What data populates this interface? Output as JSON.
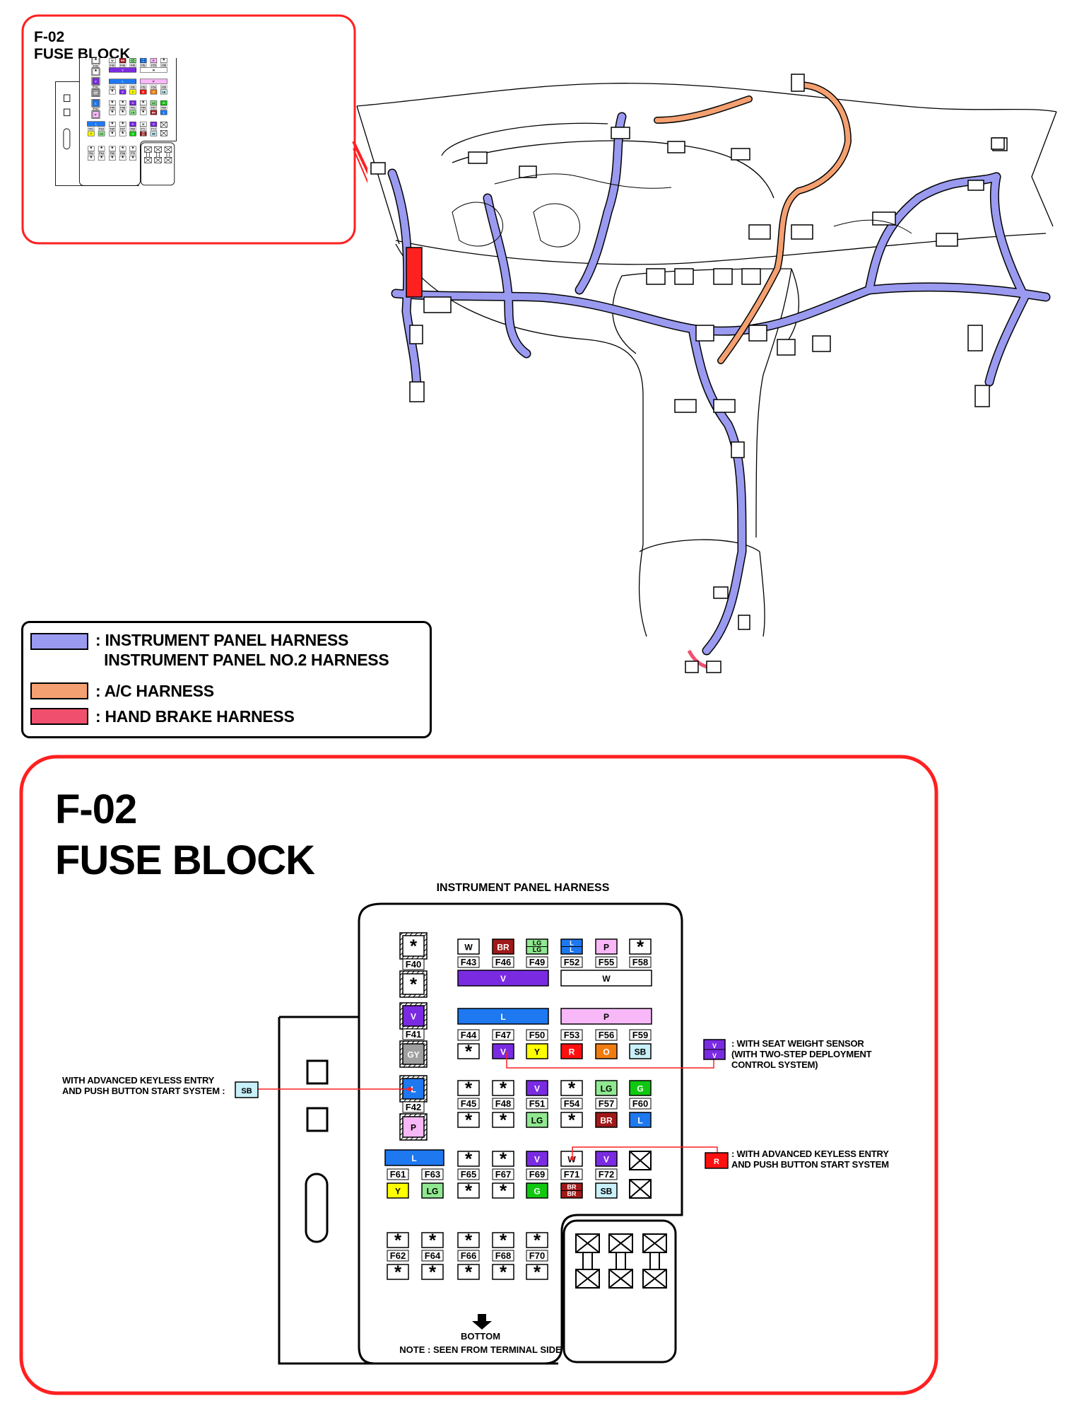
{
  "colors": {
    "instrument_panel": "#9a9af0",
    "ac": "#f4a070",
    "hand_brake": "#f0506e",
    "frame_red": "#ff2020",
    "V": "#7a2be2",
    "BR": "#a01818",
    "LG": "#90e890",
    "L": "#1e78f0",
    "P": "#f8b8f8",
    "W": "#ffffff",
    "GY": "#a0a0a0",
    "Y": "#ffff00",
    "R": "#ff1010",
    "O": "#f07c10",
    "SB": "#c8f0f8",
    "G": "#10c810"
  },
  "legend": {
    "items": [
      {
        "color_key": "instrument_panel",
        "text": ": INSTRUMENT PANEL HARNESS\n  INSTRUMENT PANEL NO.2 HARNESS"
      },
      {
        "color_key": "ac",
        "text": ": A/C HARNESS"
      },
      {
        "color_key": "hand_brake",
        "text": ": HAND BRAKE HARNESS"
      }
    ]
  },
  "inset": {
    "code": "F-02",
    "name": "FUSE BLOCK"
  },
  "detail": {
    "code": "F-02",
    "name": "FUSE BLOCK",
    "harness_title": "INSTRUMENT PANEL HARNESS",
    "callout_keyless_left": "WITH ADVANCED KEYLESS ENTRY\nAND PUSH BUTTON START SYSTEM :",
    "callout_keyless_left_code": "SB",
    "callout_seat": ": WITH SEAT WEIGHT SENSOR\n(WITH TWO-STEP DEPLOYMENT\nCONTROL SYSTEM)",
    "callout_seat_code": "V",
    "callout_keyless_right": ": WITH ADVANCED KEYLESS ENTRY\nAND PUSH BUTTON START SYSTEM",
    "callout_keyless_right_code": "R",
    "bottom_label": "BOTTOM",
    "note": "NOTE : SEEN FROM TERMINAL SIDE"
  },
  "fuse_columns": [
    {
      "id": "F40",
      "top": "*",
      "bottom": "*"
    },
    {
      "id": "F41",
      "top": "V",
      "bottom": "GY"
    },
    {
      "id": "F42",
      "top": "L",
      "bottom": "P"
    },
    {
      "id": "F43",
      "top": "W",
      "bottom": "V"
    },
    {
      "id": "F46",
      "top": "BR",
      "bottom": "V"
    },
    {
      "id": "F49",
      "top": "LG/LG",
      "bottom": "V"
    },
    {
      "id": "F52",
      "top": "L/L",
      "bottom": "W"
    },
    {
      "id": "F55",
      "top": "P",
      "bottom": "W"
    },
    {
      "id": "F58",
      "top": "*",
      "bottom": "W"
    },
    {
      "id": "F44",
      "top": "L",
      "bottom": "*"
    },
    {
      "id": "F47",
      "top": "L",
      "bottom": "V"
    },
    {
      "id": "F50",
      "top": "L",
      "bottom": "Y"
    },
    {
      "id": "F53",
      "top": "P",
      "bottom": "R"
    },
    {
      "id": "F56",
      "top": "P",
      "bottom": "O"
    },
    {
      "id": "F59",
      "top": "P",
      "bottom": "SB"
    },
    {
      "id": "F45",
      "top": "*",
      "bottom": "*"
    },
    {
      "id": "F48",
      "top": "*",
      "bottom": "*"
    },
    {
      "id": "F51",
      "top": "V",
      "bottom": "LG"
    },
    {
      "id": "F54",
      "top": "*",
      "bottom": "*"
    },
    {
      "id": "F57",
      "top": "LG",
      "bottom": "BR"
    },
    {
      "id": "F60",
      "top": "G",
      "bottom": "L"
    },
    {
      "id": "F61",
      "top": "L",
      "bottom": "Y"
    },
    {
      "id": "F63",
      "top": "L",
      "bottom": "LG"
    },
    {
      "id": "F65",
      "top": "*",
      "bottom": "*"
    },
    {
      "id": "F67",
      "top": "*",
      "bottom": "*"
    },
    {
      "id": "F69",
      "top": "V",
      "bottom": "G"
    },
    {
      "id": "F71",
      "top": "W",
      "bottom": "BR/BR"
    },
    {
      "id": "F72",
      "top": "V",
      "bottom": "SB"
    },
    {
      "id": "F62",
      "top": "*",
      "bottom": "*"
    },
    {
      "id": "F64",
      "top": "*",
      "bottom": "*"
    },
    {
      "id": "F66",
      "top": "*",
      "bottom": "*"
    },
    {
      "id": "F68",
      "top": "*",
      "bottom": "*"
    },
    {
      "id": "F70",
      "top": "*",
      "bottom": "*"
    }
  ],
  "wide_bars": [
    {
      "text": "V",
      "color_key": "V"
    },
    {
      "text": "W",
      "color_key": "W"
    },
    {
      "text": "L",
      "color_key": "L"
    },
    {
      "text": "P",
      "color_key": "P"
    },
    {
      "text": "L",
      "color_key": "L"
    }
  ]
}
